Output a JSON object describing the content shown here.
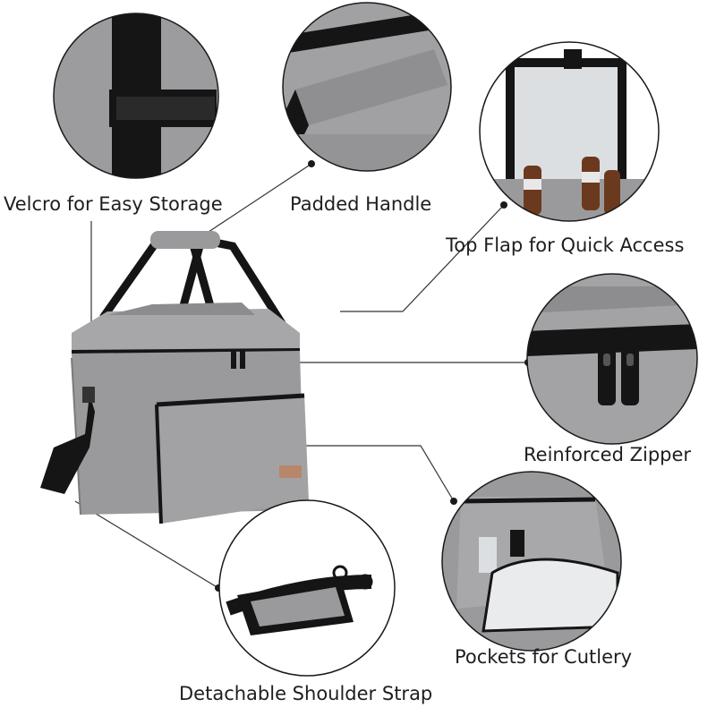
{
  "features": [
    {
      "id": "velcro",
      "label": "Velcro for Easy Storage",
      "icon": "velcro-strap-detail"
    },
    {
      "id": "handle",
      "label": "Padded Handle",
      "icon": "padded-handle-detail"
    },
    {
      "id": "topflap",
      "label": "Top Flap for Quick Access",
      "icon": "top-flap-detail"
    },
    {
      "id": "zipper",
      "label": "Reinforced Zipper",
      "icon": "reinforced-zipper-detail"
    },
    {
      "id": "pockets",
      "label": "Pockets for Cutlery",
      "icon": "cutlery-pockets-detail"
    },
    {
      "id": "strap",
      "label": "Detachable Shoulder Strap",
      "icon": "shoulder-strap-detail"
    }
  ],
  "colors": {
    "fabric": "#9a9a9c",
    "fabric_dark": "#7f7f82",
    "strap": "#151515",
    "leader": "#333333",
    "lining": "#dcdfe2",
    "patch": "#b8866b"
  }
}
